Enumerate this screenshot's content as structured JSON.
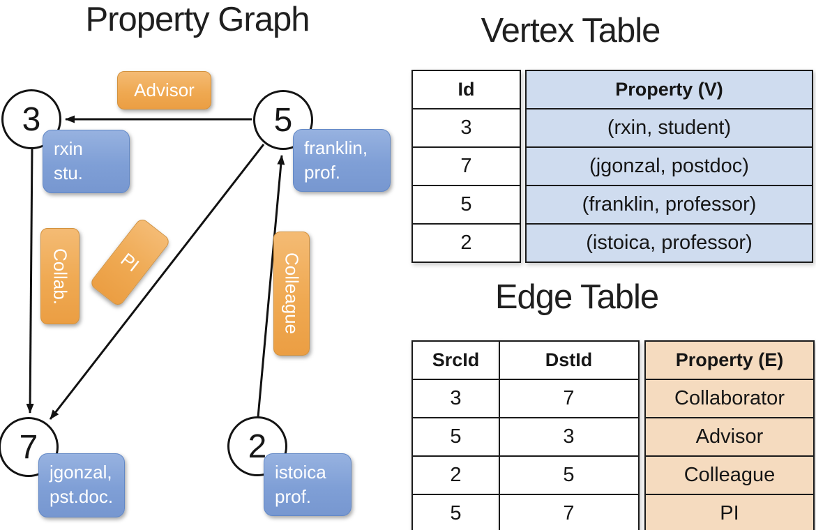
{
  "graph": {
    "title": "Property Graph",
    "nodes": [
      "3",
      "5",
      "7",
      "2"
    ],
    "vertex_labels": [
      {
        "node": "3",
        "lines": [
          "rxin",
          "stu."
        ]
      },
      {
        "node": "5",
        "lines": [
          "franklin,",
          "prof."
        ]
      },
      {
        "node": "7",
        "lines": [
          "jgonzal,",
          "pst.doc."
        ]
      },
      {
        "node": "2",
        "lines": [
          "istoica",
          "prof."
        ]
      }
    ],
    "edge_labels": {
      "advisor": "Advisor",
      "collab": "Collab.",
      "pi": "PI",
      "colleague": "Colleague"
    },
    "edges": [
      {
        "src": "5",
        "dst": "3",
        "label": "Advisor"
      },
      {
        "src": "3",
        "dst": "7",
        "label": "Collab."
      },
      {
        "src": "5",
        "dst": "7",
        "label": "PI"
      },
      {
        "src": "2",
        "dst": "5",
        "label": "Colleague"
      }
    ]
  },
  "vertex_table": {
    "title": "Vertex Table",
    "col_id": "Id",
    "col_property": "Property (V)",
    "rows": [
      {
        "id": "3",
        "property": "(rxin, student)"
      },
      {
        "id": "7",
        "property": "(jgonzal, postdoc)"
      },
      {
        "id": "5",
        "property": "(franklin, professor)"
      },
      {
        "id": "2",
        "property": "(istoica, professor)"
      }
    ]
  },
  "edge_table": {
    "title": "Edge Table",
    "col_src": "SrcId",
    "col_dst": "DstId",
    "col_property": "Property (E)",
    "rows": [
      {
        "src": "3",
        "dst": "7",
        "property": "Collaborator"
      },
      {
        "src": "5",
        "dst": "3",
        "property": "Advisor"
      },
      {
        "src": "2",
        "dst": "5",
        "property": "Colleague"
      },
      {
        "src": "5",
        "dst": "7",
        "property": "PI"
      }
    ]
  },
  "colors": {
    "edge_badge_orange": "#efa952",
    "vertex_box_blue": "#7f9fd6",
    "vertex_table_cell_blue": "#cfdcef",
    "edge_table_cell_tan": "#f5dbbf",
    "line_black": "#121212",
    "background": "#ffffff"
  }
}
